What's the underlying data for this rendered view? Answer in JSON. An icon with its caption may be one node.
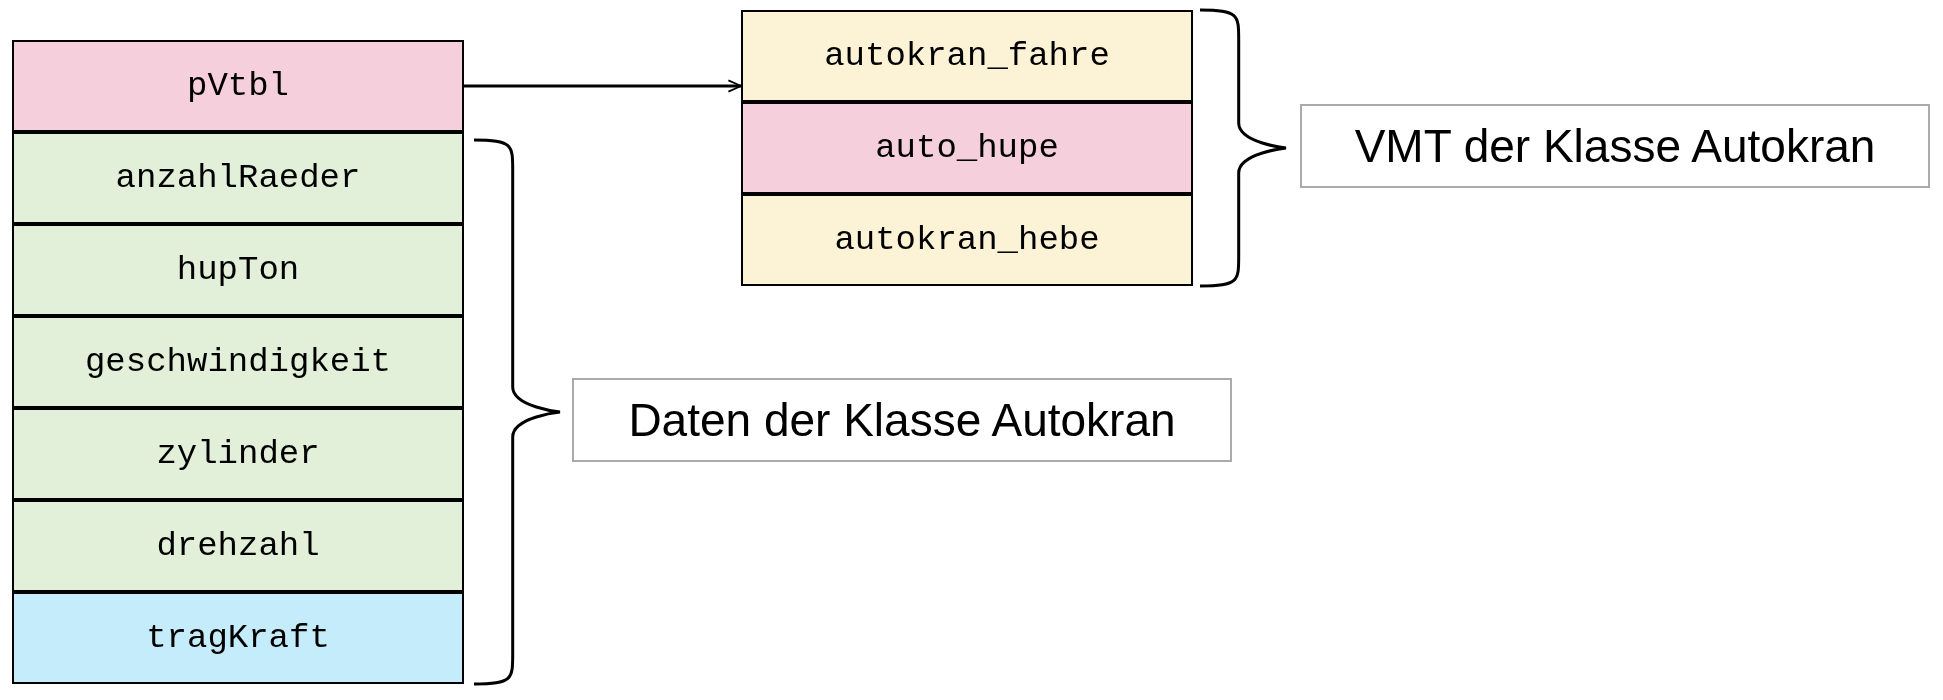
{
  "diagram": {
    "nodes": [
      {
        "text": [
          "pVtbl"
        ]
      },
      {
        "text": [
          "anzahlRaeder"
        ]
      },
      {
        "text": [
          "hupTon"
        ]
      },
      {
        "text": [
          "geschwindigkeit"
        ]
      },
      {
        "text": [
          "zylinder"
        ]
      },
      {
        "text": [
          "drehzahl"
        ]
      },
      {
        "text": [
          "tragKraft"
        ]
      },
      {
        "text": [
          "autokran_fahre"
        ]
      },
      {
        "text": [
          "auto_hupe"
        ]
      },
      {
        "text": [
          "autokran_hebe"
        ]
      },
      {
        "text": [
          "Daten der Klasse Autokran"
        ]
      },
      {
        "text": [
          "VMT der Klasse Autokran"
        ]
      }
    ],
    "edges": [
      {
        "from": 0,
        "to": 7,
        "arrow": "to"
      }
    ]
  }
}
